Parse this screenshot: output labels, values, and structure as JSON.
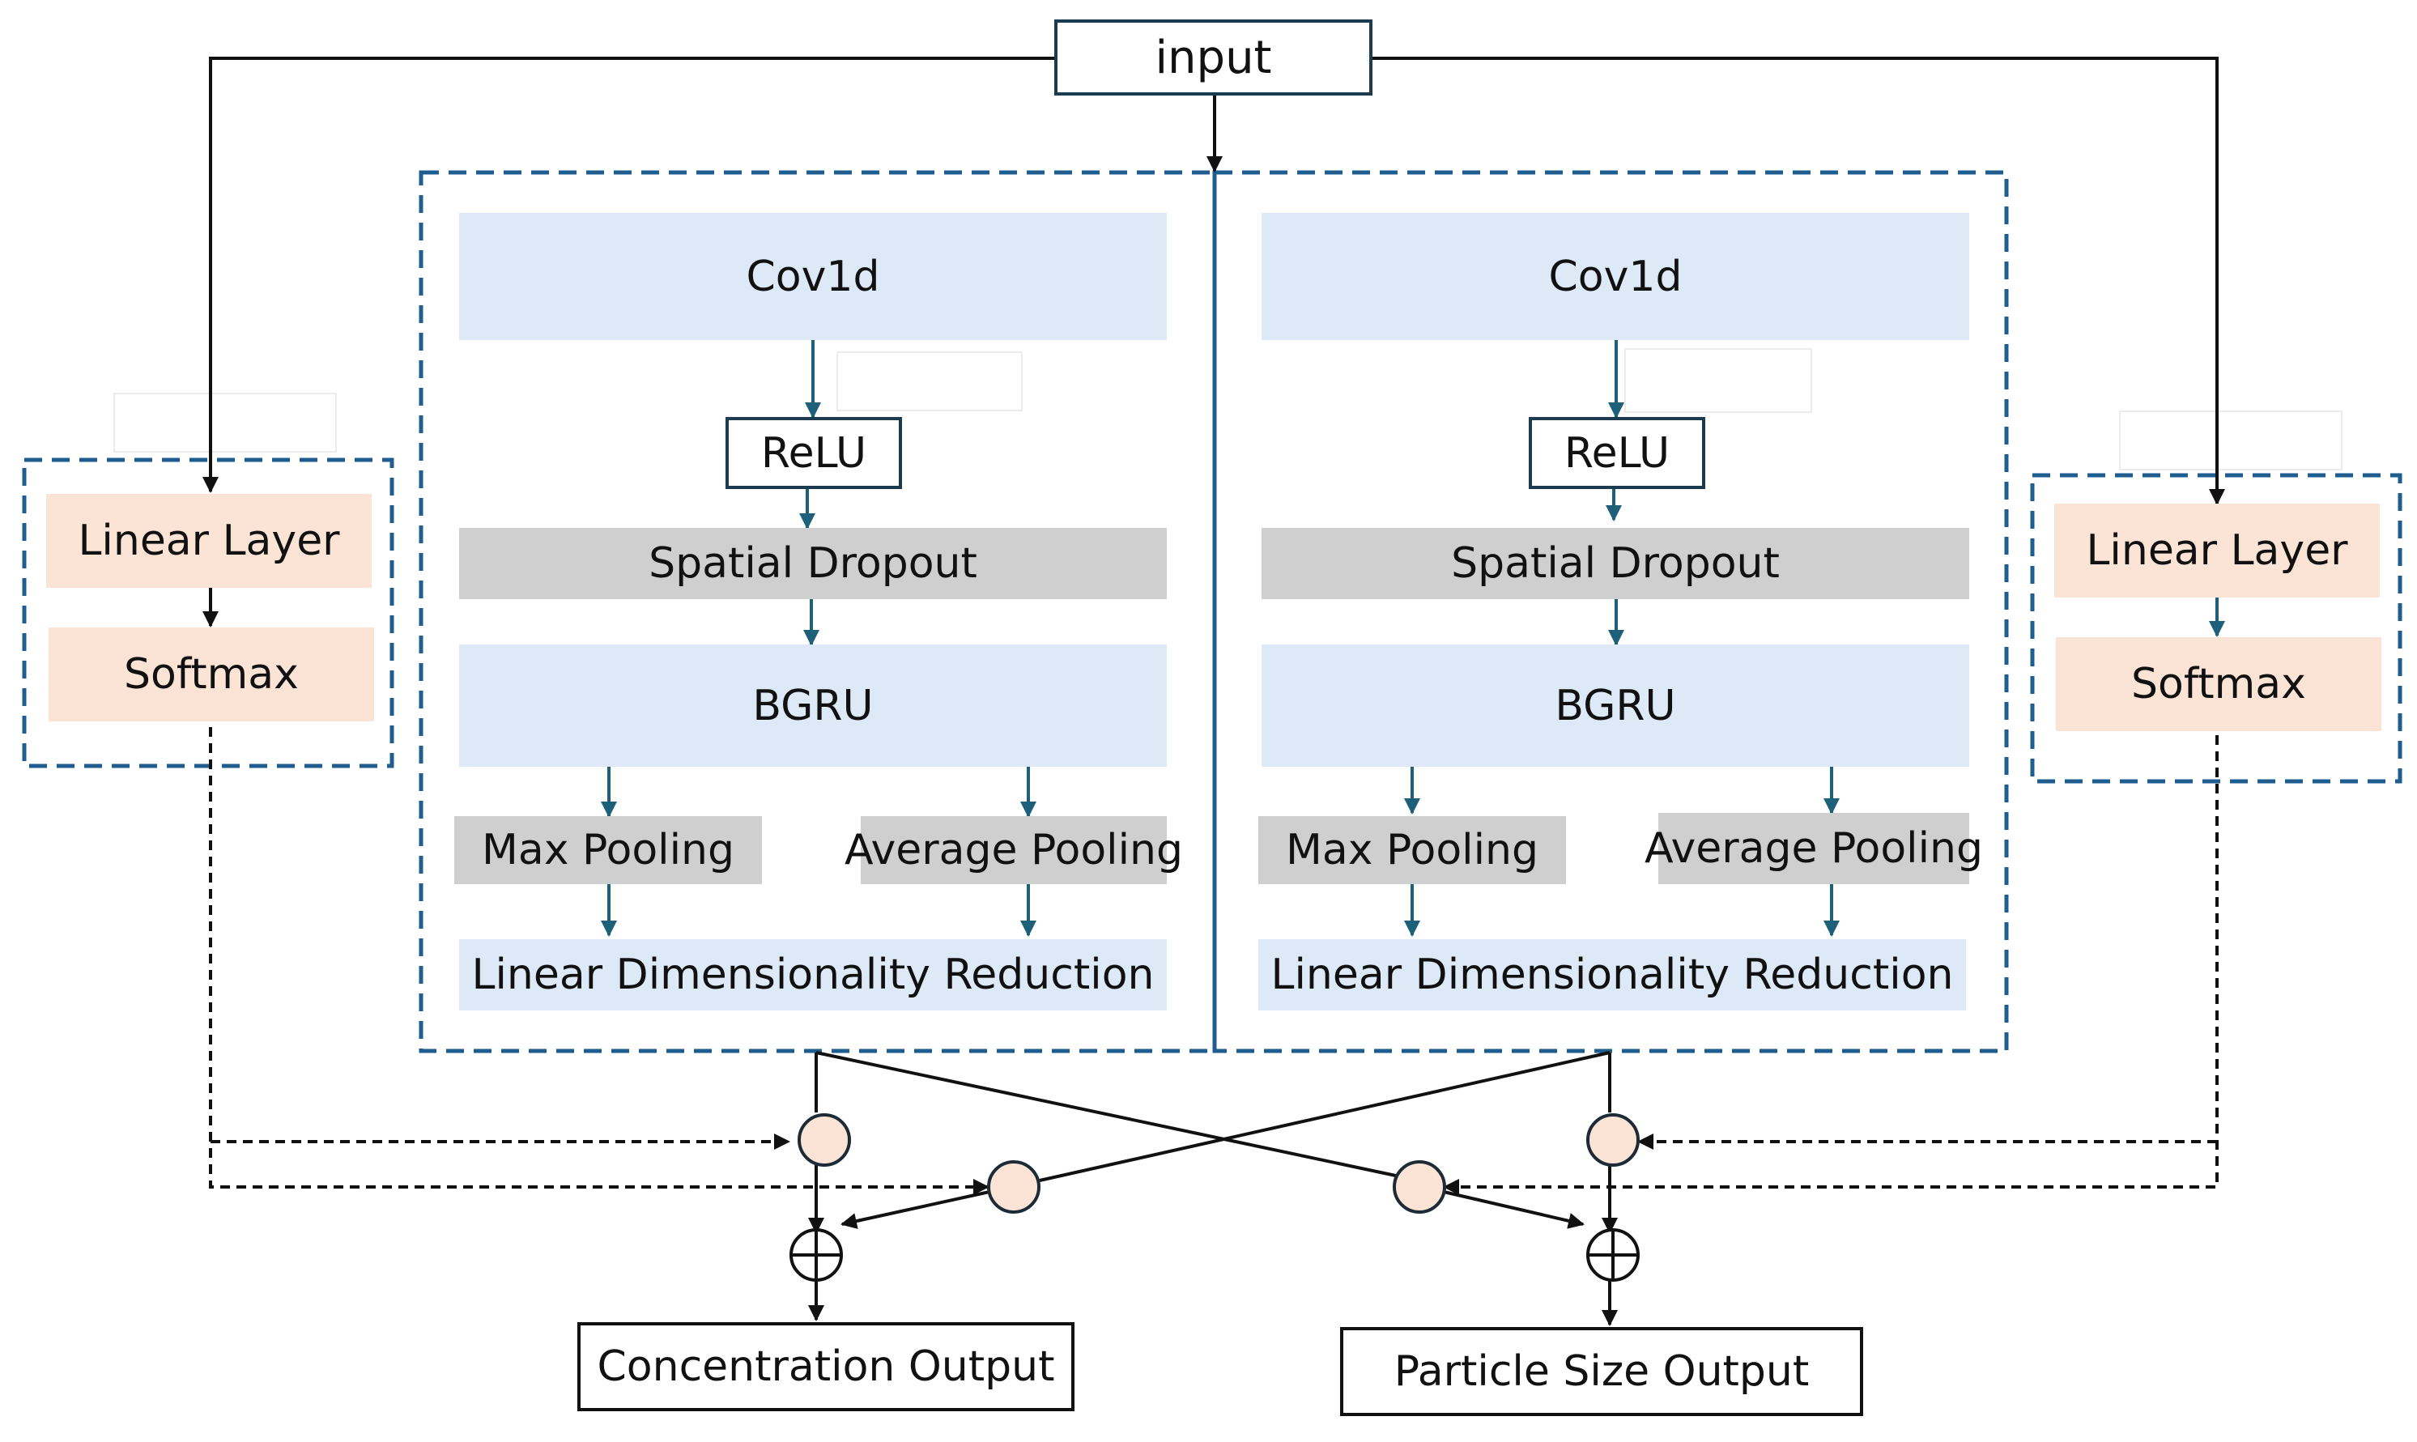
{
  "input": {
    "label": "input"
  },
  "branches": [
    {
      "cov1d": "Cov1d",
      "relu": "ReLU",
      "spatial_dropout": "Spatial Dropout",
      "bgru": "BGRU",
      "max_pooling": "Max Pooling",
      "average_pooling": "Average Pooling",
      "linear_reduction": "Linear Dimensionality Reduction"
    },
    {
      "cov1d": "Cov1d",
      "relu": "ReLU",
      "spatial_dropout": "Spatial Dropout",
      "bgru": "BGRU",
      "max_pooling": "Max Pooling",
      "average_pooling": "Average Pooling",
      "linear_reduction": "Linear Dimensionality Reduction"
    }
  ],
  "gates": [
    {
      "linear_layer": "Linear Layer",
      "softmax": "Softmax"
    },
    {
      "linear_layer": "Linear Layer",
      "softmax": "Softmax"
    }
  ],
  "outputs": {
    "concentration": "Concentration Output",
    "particle_size": "Particle Size Output"
  },
  "colors": {
    "dashed_border": "#1f5c8f",
    "flow_arrow": "#1e5f7a",
    "block_blue": "#dde9f6",
    "block_gray": "#cfcfcf",
    "block_peach": "#fbe3d6",
    "line": "#111111"
  }
}
